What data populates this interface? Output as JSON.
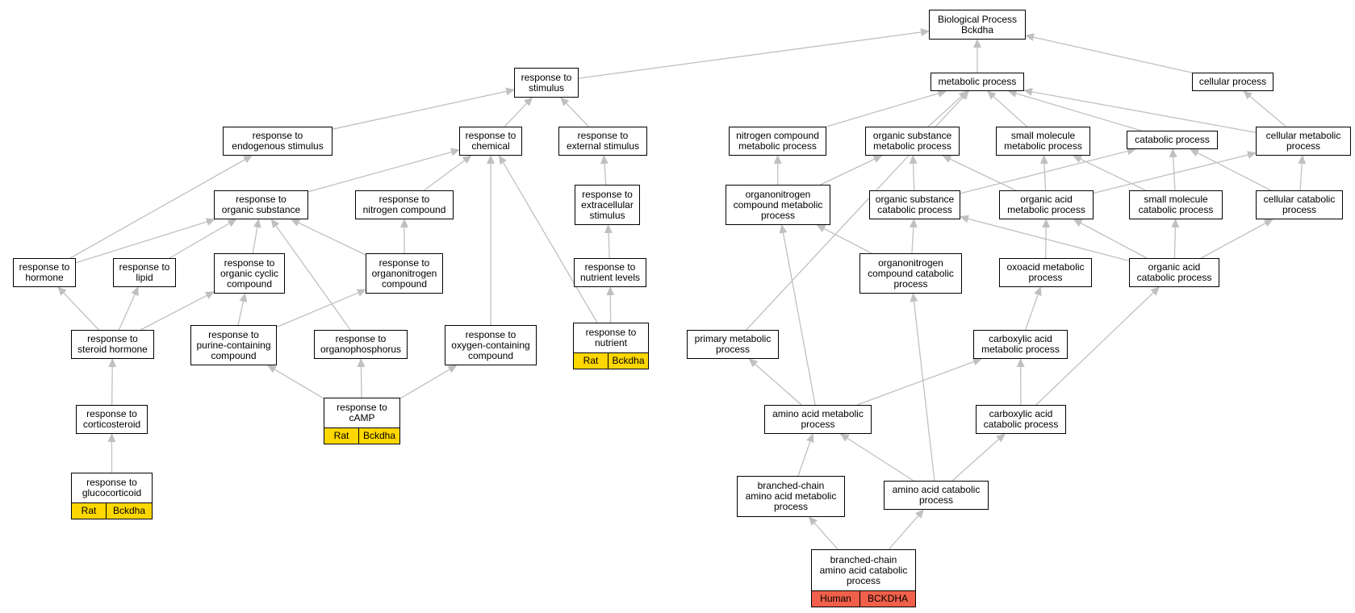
{
  "colors": {
    "edge": "#c0c0c0",
    "rat": "#ffd700",
    "human": "#f0604a"
  },
  "nodes": {
    "biological_process": "Biological Process\nBckdha",
    "metabolic_process": "metabolic process",
    "cellular_process": "cellular process",
    "response_to_stimulus": "response to\nstimulus",
    "response_to_endogenous_stimulus": "response to\nendogenous stimulus",
    "response_to_chemical": "response to\nchemical",
    "response_to_external_stimulus": "response to\nexternal stimulus",
    "nitrogen_compound_metabolic": "nitrogen compound\nmetabolic process",
    "organic_substance_metabolic": "organic substance\nmetabolic process",
    "small_molecule_metabolic": "small molecule\nmetabolic process",
    "catabolic_process": "catabolic process",
    "cellular_metabolic": "cellular metabolic\nprocess",
    "response_to_organic_substance": "response to\norganic substance",
    "response_to_nitrogen_compound": "response to\nnitrogen compound",
    "response_to_extracellular_stimulus": "response to\nextracellular\nstimulus",
    "organonitrogen_compound_metabolic": "organonitrogen\ncompound metabolic\nprocess",
    "organic_substance_catabolic": "organic substance\ncatabolic process",
    "organic_acid_metabolic": "organic acid\nmetabolic process",
    "small_molecule_catabolic": "small molecule\ncatabolic process",
    "cellular_catabolic": "cellular catabolic\nprocess",
    "response_to_hormone": "response to\nhormone",
    "response_to_lipid": "response to\nlipid",
    "response_to_organic_cyclic": "response to\norganic cyclic\ncompound",
    "response_to_organonitrogen": "response to\norganonitrogen\ncompound",
    "response_to_nutrient_levels": "response to\nnutrient levels",
    "organonitrogen_compound_catabolic": "organonitrogen\ncompound catabolic\nprocess",
    "oxoacid_metabolic": "oxoacid metabolic\nprocess",
    "organic_acid_catabolic": "organic acid\ncatabolic process",
    "response_to_steroid_hormone": "response to\nsteroid hormone",
    "response_to_purine": "response to\npurine-containing\ncompound",
    "response_to_organophosphorus": "response to\norganophosphorus",
    "response_to_oxygen": "response to\noxygen-containing\ncompound",
    "response_to_nutrient": "response to\nnutrient",
    "primary_metabolic": "primary metabolic\nprocess",
    "carboxylic_acid_metabolic": "carboxylic acid\nmetabolic process",
    "response_to_corticosteroid": "response to\ncorticosteroid",
    "response_to_camp": "response to\ncAMP",
    "amino_acid_metabolic": "amino acid metabolic\nprocess",
    "carboxylic_acid_catabolic": "carboxylic acid\ncatabolic process",
    "response_to_glucocorticoid": "response to\nglucocorticoid",
    "bcaa_metabolic": "branched-chain\namino acid metabolic\nprocess",
    "amino_acid_catabolic": "amino acid catabolic\nprocess",
    "bcaa_catabolic": "branched-chain\namino acid catabolic\nprocess"
  },
  "annotations": {
    "response_to_nutrient": {
      "species": "Rat",
      "gene": "Bckdha"
    },
    "response_to_camp": {
      "species": "Rat",
      "gene": "Bckdha"
    },
    "response_to_glucocorticoid": {
      "species": "Rat",
      "gene": "Bckdha"
    },
    "bcaa_catabolic": {
      "species": "Human",
      "gene": "BCKDHA"
    }
  },
  "edges": [
    [
      "response_to_stimulus",
      "biological_process"
    ],
    [
      "metabolic_process",
      "biological_process"
    ],
    [
      "cellular_process",
      "biological_process"
    ],
    [
      "response_to_endogenous_stimulus",
      "response_to_stimulus"
    ],
    [
      "response_to_chemical",
      "response_to_stimulus"
    ],
    [
      "response_to_external_stimulus",
      "response_to_stimulus"
    ],
    [
      "nitrogen_compound_metabolic",
      "metabolic_process"
    ],
    [
      "organic_substance_metabolic",
      "metabolic_process"
    ],
    [
      "small_molecule_metabolic",
      "metabolic_process"
    ],
    [
      "catabolic_process",
      "metabolic_process"
    ],
    [
      "cellular_metabolic",
      "metabolic_process"
    ],
    [
      "primary_metabolic",
      "metabolic_process"
    ],
    [
      "cellular_metabolic",
      "cellular_process"
    ],
    [
      "response_to_organic_substance",
      "response_to_chemical"
    ],
    [
      "response_to_nitrogen_compound",
      "response_to_chemical"
    ],
    [
      "response_to_oxygen",
      "response_to_chemical"
    ],
    [
      "response_to_nutrient",
      "response_to_chemical"
    ],
    [
      "response_to_extracellular_stimulus",
      "response_to_external_stimulus"
    ],
    [
      "response_to_nutrient_levels",
      "response_to_extracellular_stimulus"
    ],
    [
      "response_to_nutrient",
      "response_to_nutrient_levels"
    ],
    [
      "response_to_hormone",
      "response_to_endogenous_stimulus"
    ],
    [
      "response_to_hormone",
      "response_to_organic_substance"
    ],
    [
      "response_to_lipid",
      "response_to_organic_substance"
    ],
    [
      "response_to_organic_cyclic",
      "response_to_organic_substance"
    ],
    [
      "response_to_organonitrogen",
      "response_to_organic_substance"
    ],
    [
      "response_to_organophosphorus",
      "response_to_organic_substance"
    ],
    [
      "response_to_organonitrogen",
      "response_to_nitrogen_compound"
    ],
    [
      "response_to_steroid_hormone",
      "response_to_hormone"
    ],
    [
      "response_to_steroid_hormone",
      "response_to_lipid"
    ],
    [
      "response_to_steroid_hormone",
      "response_to_organic_cyclic"
    ],
    [
      "response_to_purine",
      "response_to_organic_cyclic"
    ],
    [
      "response_to_purine",
      "response_to_organonitrogen"
    ],
    [
      "response_to_corticosteroid",
      "response_to_steroid_hormone"
    ],
    [
      "response_to_glucocorticoid",
      "response_to_corticosteroid"
    ],
    [
      "response_to_camp",
      "response_to_purine"
    ],
    [
      "response_to_camp",
      "response_to_organophosphorus"
    ],
    [
      "response_to_camp",
      "response_to_oxygen"
    ],
    [
      "organonitrogen_compound_metabolic",
      "nitrogen_compound_metabolic"
    ],
    [
      "organonitrogen_compound_metabolic",
      "organic_substance_metabolic"
    ],
    [
      "organic_substance_catabolic",
      "organic_substance_metabolic"
    ],
    [
      "organic_substance_catabolic",
      "catabolic_process"
    ],
    [
      "organic_acid_metabolic",
      "organic_substance_metabolic"
    ],
    [
      "organic_acid_metabolic",
      "small_molecule_metabolic"
    ],
    [
      "organic_acid_metabolic",
      "cellular_metabolic"
    ],
    [
      "small_molecule_catabolic",
      "small_molecule_metabolic"
    ],
    [
      "small_molecule_catabolic",
      "catabolic_process"
    ],
    [
      "cellular_catabolic",
      "catabolic_process"
    ],
    [
      "cellular_catabolic",
      "cellular_metabolic"
    ],
    [
      "organonitrogen_compound_catabolic",
      "organonitrogen_compound_metabolic"
    ],
    [
      "organonitrogen_compound_catabolic",
      "organic_substance_catabolic"
    ],
    [
      "oxoacid_metabolic",
      "organic_acid_metabolic"
    ],
    [
      "organic_acid_catabolic",
      "organic_substance_catabolic"
    ],
    [
      "organic_acid_catabolic",
      "organic_acid_metabolic"
    ],
    [
      "organic_acid_catabolic",
      "small_molecule_catabolic"
    ],
    [
      "organic_acid_catabolic",
      "cellular_catabolic"
    ],
    [
      "carboxylic_acid_metabolic",
      "oxoacid_metabolic"
    ],
    [
      "carboxylic_acid_catabolic",
      "carboxylic_acid_metabolic"
    ],
    [
      "carboxylic_acid_catabolic",
      "organic_acid_catabolic"
    ],
    [
      "amino_acid_metabolic",
      "primary_metabolic"
    ],
    [
      "amino_acid_metabolic",
      "organonitrogen_compound_metabolic"
    ],
    [
      "amino_acid_metabolic",
      "carboxylic_acid_metabolic"
    ],
    [
      "amino_acid_catabolic",
      "amino_acid_metabolic"
    ],
    [
      "amino_acid_catabolic",
      "carboxylic_acid_catabolic"
    ],
    [
      "amino_acid_catabolic",
      "organonitrogen_compound_catabolic"
    ],
    [
      "bcaa_metabolic",
      "amino_acid_metabolic"
    ],
    [
      "bcaa_catabolic",
      "bcaa_metabolic"
    ],
    [
      "bcaa_catabolic",
      "amino_acid_catabolic"
    ]
  ]
}
